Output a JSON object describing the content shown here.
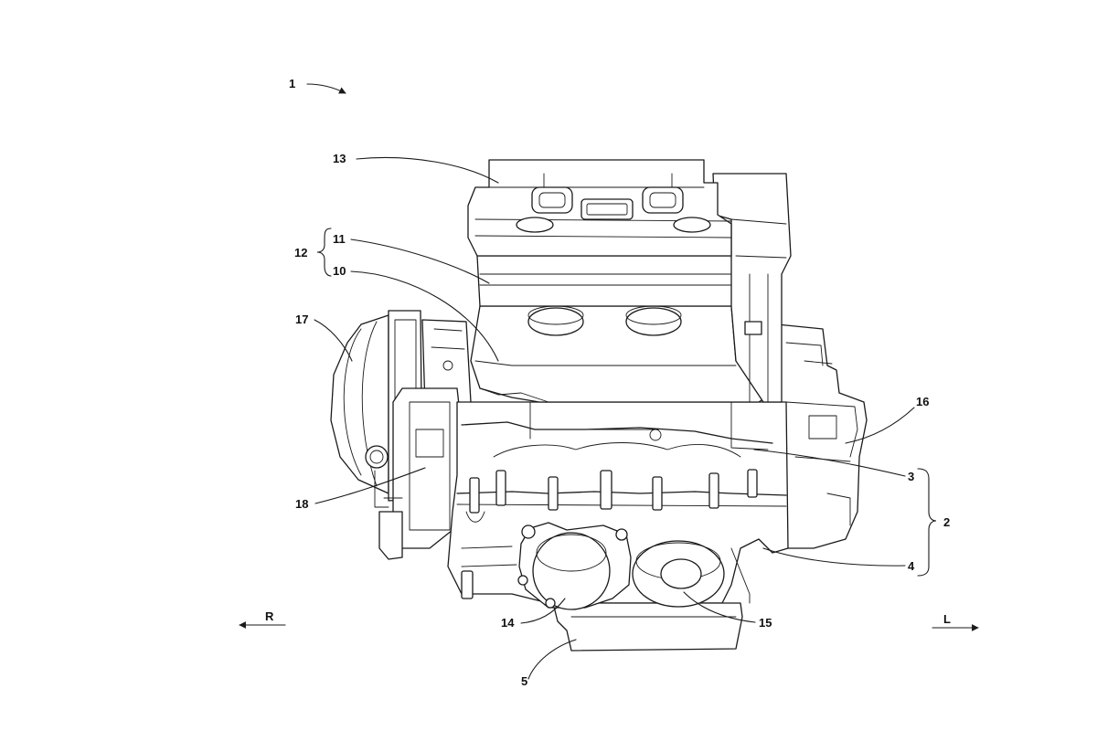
{
  "figure": {
    "reference_numerals": {
      "engine": "1",
      "crankcase": "2",
      "upper_case": "3",
      "lower_case": "4",
      "oil_pan": "5",
      "cylinder_block": "10",
      "cylinder_head": "11",
      "cylinder_group": "12",
      "head_cover": "13",
      "oil_filter": "14",
      "oil_cooler": "15",
      "left_cover": "16",
      "right_cover": "17",
      "clutch_cover": "18"
    },
    "directions": {
      "right": "R",
      "left": "L"
    }
  }
}
